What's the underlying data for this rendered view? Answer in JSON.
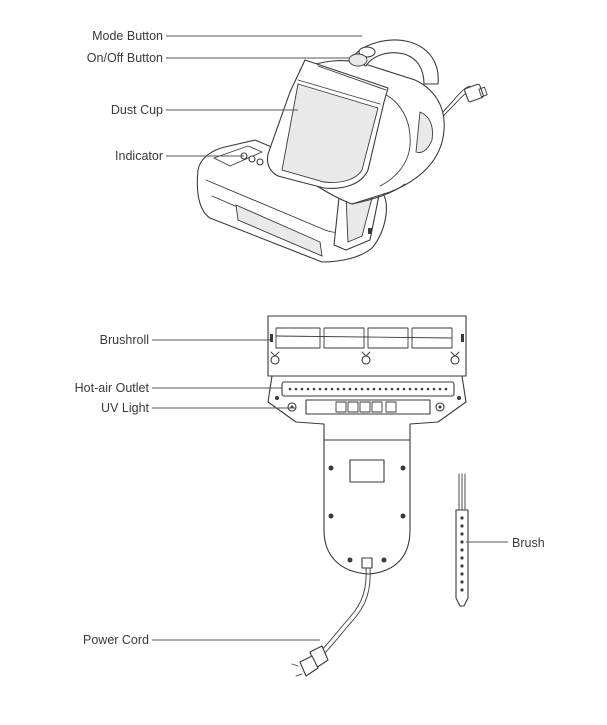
{
  "labels": {
    "mode_button": "Mode Button",
    "on_off_button": "On/Off Button",
    "dust_cup": "Dust Cup",
    "indicator": "Indicator",
    "brushroll": "Brushroll",
    "hot_air_outlet": "Hot-air Outlet",
    "uv_light": "UV Light",
    "brush": "Brush",
    "power_cord": "Power Cord"
  },
  "colors": {
    "line": "#3a3a3a",
    "label": "#3a3a3a",
    "background": "#ffffff"
  }
}
